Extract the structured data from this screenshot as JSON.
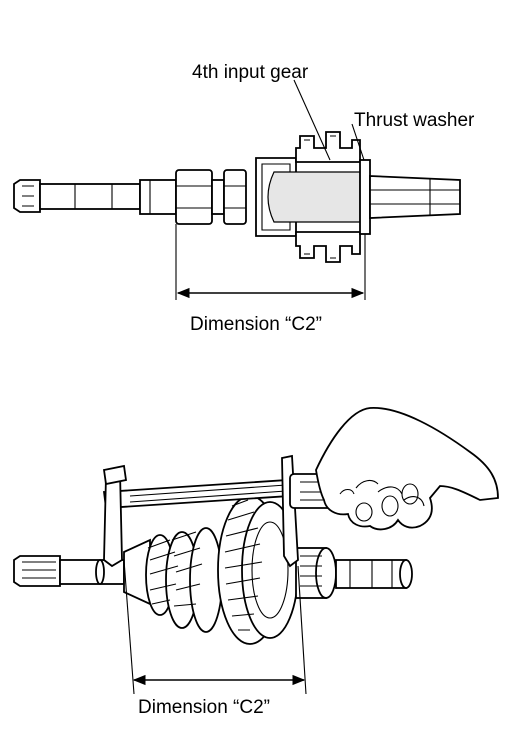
{
  "top_figure": {
    "label_gear": "4th input gear",
    "label_washer": "Thrust washer",
    "label_dimension": "Dimension “C2”"
  },
  "bottom_figure": {
    "label_dimension": "Dimension “C2”"
  }
}
